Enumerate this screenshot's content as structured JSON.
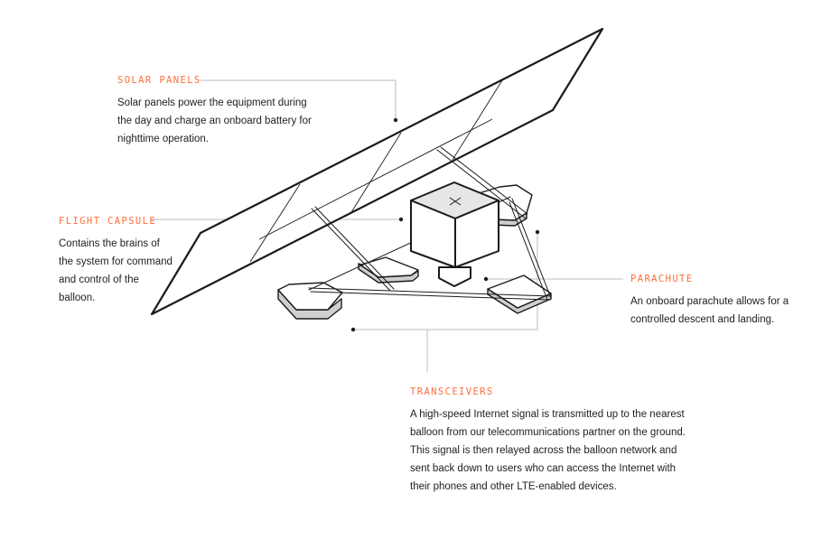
{
  "callouts": {
    "solar_panels": {
      "title": "SOLAR PANELS",
      "lines": [
        "Solar panels power the equipment during",
        "the day and charge an onboard battery for",
        "nighttime operation."
      ]
    },
    "flight_capsule": {
      "title": "FLIGHT CAPSULE",
      "lines": [
        "Contains the brains of",
        "the system for command",
        "and control of the",
        "balloon."
      ]
    },
    "parachute": {
      "title": "PARACHUTE",
      "lines": [
        "An onboard parachute allows for a",
        "controlled descent and landing."
      ]
    },
    "transceivers": {
      "title": "TRANSCEIVERS",
      "lines": [
        "A high-speed Internet signal is transmitted up to the nearest",
        "balloon from our telecommunications partner on the ground.",
        "This signal is then relayed across the balloon network and",
        "sent back down to users who can access the Internet with",
        "their phones and other LTE-enabled devices."
      ]
    }
  },
  "colors": {
    "accent": "#ff6d3a",
    "text": "#202124",
    "stroke": "#1b1b1b",
    "leader": "#bdbdbd"
  }
}
